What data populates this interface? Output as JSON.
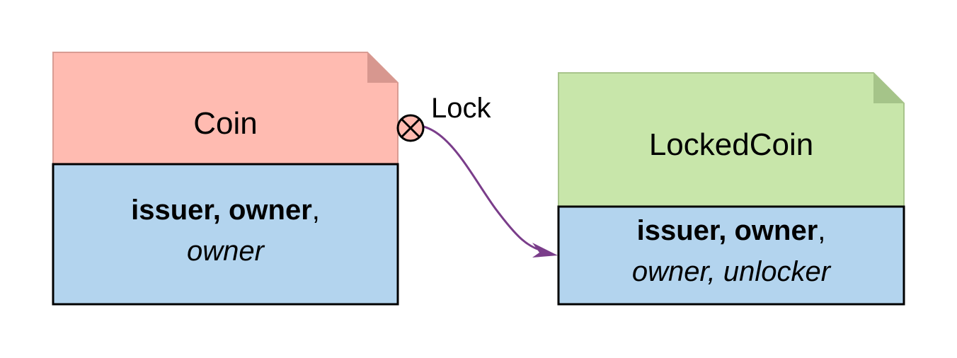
{
  "colors": {
    "coin_header": "#ffbbb1",
    "coin_header_border": "#d99c93",
    "coin_fold": "#d7978f",
    "locked_header": "#c8e6aa",
    "locked_header_border": "#a8c48b",
    "locked_fold": "#a5c489",
    "fields_fill": "#b3d4ee",
    "arrow": "#7a3d8a",
    "border": "#000000"
  },
  "coin": {
    "title": "Coin",
    "fields_bold": "issuer, owner",
    "fields_sep": ",",
    "fields_italic": "owner"
  },
  "locked_coin": {
    "title": "LockedCoin",
    "fields_bold": "issuer, owner",
    "fields_sep": ",",
    "fields_italic": "owner, unlocker"
  },
  "transition": {
    "label": "Lock",
    "port_icon": "circle-x-icon"
  }
}
